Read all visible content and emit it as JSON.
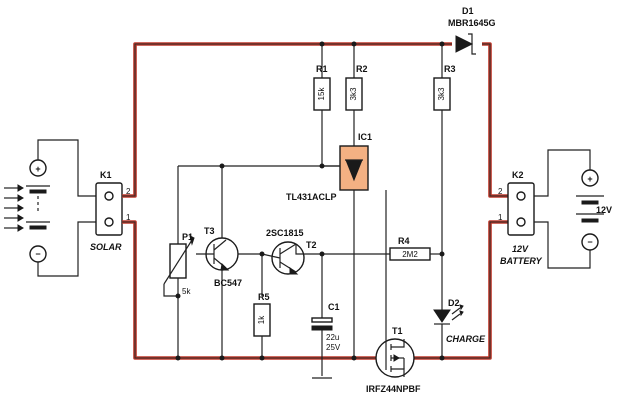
{
  "diagram": {
    "components": {
      "d1": {
        "ref": "D1",
        "value": "MBR1645G"
      },
      "r1": {
        "ref": "R1",
        "value": "15k"
      },
      "r2": {
        "ref": "R2",
        "value": "3k3"
      },
      "r3": {
        "ref": "R3",
        "value": "3k3"
      },
      "ic1": {
        "ref": "IC1",
        "value": "TL431ACLP"
      },
      "k1": {
        "ref": "K1",
        "value": "SOLAR"
      },
      "k2": {
        "ref": "K2",
        "value": "12V",
        "sub": "BATTERY"
      },
      "p1": {
        "ref": "P1",
        "value": "5k"
      },
      "t3": {
        "ref": "T3",
        "value": "BC547"
      },
      "t2": {
        "ref": "T2",
        "value": "2SC1815"
      },
      "r4": {
        "ref": "R4",
        "value": "2M2"
      },
      "r5": {
        "ref": "R5",
        "value": "1k"
      },
      "c1": {
        "ref": "C1",
        "value": "22u",
        "voltage": "25V"
      },
      "d2": {
        "ref": "D2",
        "value": "CHARGE"
      },
      "t1": {
        "ref": "T1",
        "value": "IRFZ44NPBF"
      },
      "battery": {
        "value": "12V"
      }
    },
    "pins": {
      "one": "1",
      "two": "2"
    },
    "symbols": {
      "plus": "+",
      "minus": "−"
    },
    "colors": {
      "power_trace": "#c0392b",
      "ic_highlight": "#f4b183",
      "ink": "#1a1a1a"
    }
  }
}
